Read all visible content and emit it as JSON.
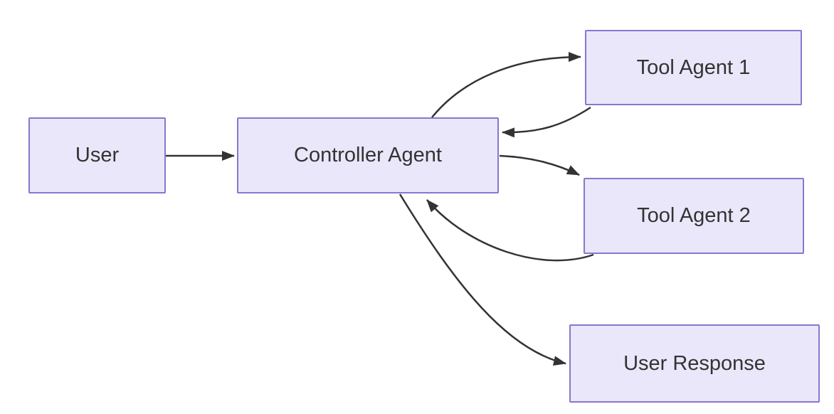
{
  "diagram": {
    "type": "flowchart",
    "direction": "left-to-right",
    "background": "#ffffff",
    "colors": {
      "node_fill": "#EAE7FA",
      "node_border": "#8877CD",
      "edge_stroke": "#333333",
      "text": "#333333"
    },
    "nodes": [
      {
        "id": "user",
        "label": "User"
      },
      {
        "id": "controller",
        "label": "Controller Agent"
      },
      {
        "id": "tool1",
        "label": "Tool Agent 1"
      },
      {
        "id": "tool2",
        "label": "Tool Agent 2"
      },
      {
        "id": "user_response",
        "label": "User Response"
      }
    ],
    "edges": [
      {
        "from": "User",
        "to": "Controller Agent"
      },
      {
        "from": "Controller Agent",
        "to": "Tool Agent 1"
      },
      {
        "from": "Tool Agent 1",
        "to": "Controller Agent"
      },
      {
        "from": "Controller Agent",
        "to": "Tool Agent 2"
      },
      {
        "from": "Tool Agent 2",
        "to": "Controller Agent"
      },
      {
        "from": "Controller Agent",
        "to": "User Response"
      }
    ]
  }
}
